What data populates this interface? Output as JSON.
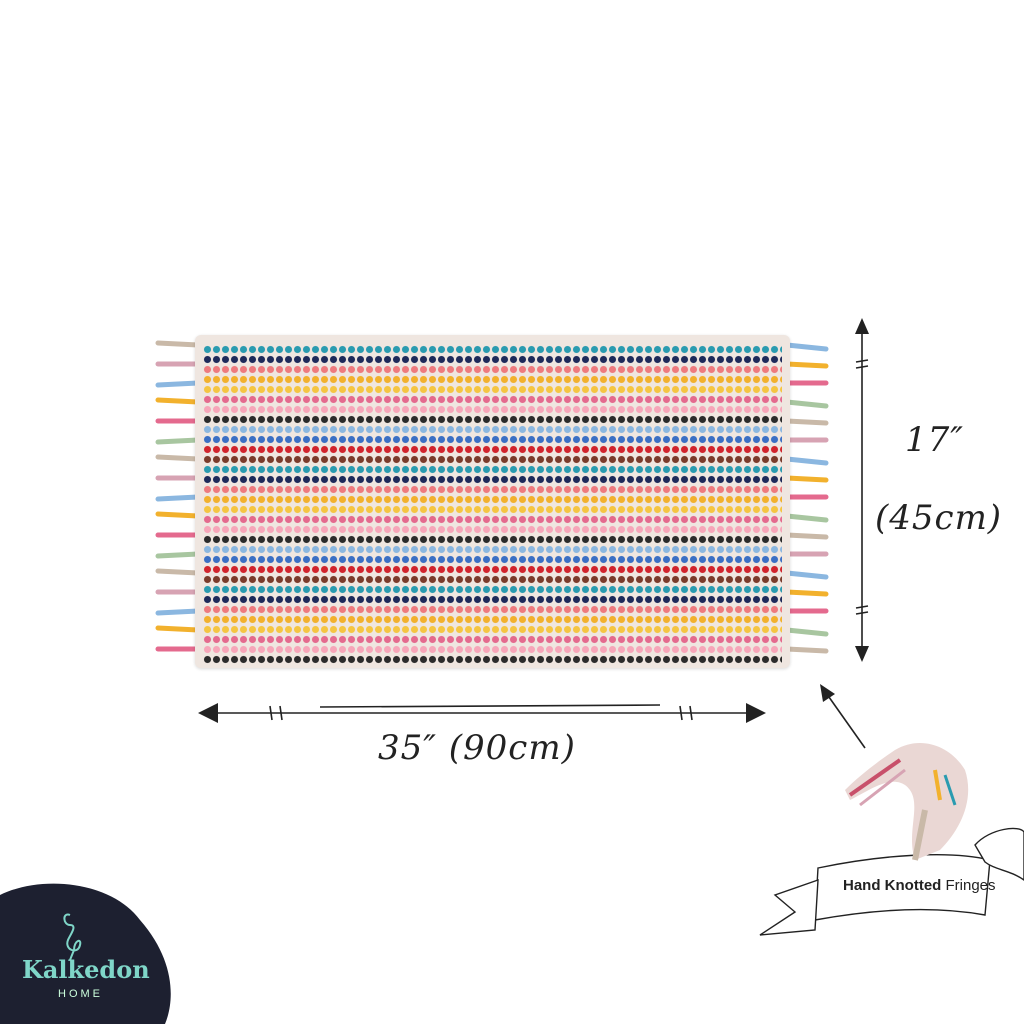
{
  "dimensions": {
    "height_label": "17″",
    "height_metric": "(45cm)",
    "width_label": "35″ (90cm)"
  },
  "callout": {
    "bold": "Hand Knotted",
    "regular": "Fringes"
  },
  "logo": {
    "name": "Kalkedon",
    "sub": "HOME",
    "bg_color": "#1d2030",
    "accent_color": "#7fd6c8"
  },
  "towel_stripe_colors": [
    "#2a9bb0",
    "#e46a8e",
    "#d1242d",
    "#f2b12d",
    "#8bb7e0",
    "#1e2a5a",
    "#f6a6b9",
    "#7a3b2b",
    "#f5c542",
    "#3b6fc4",
    "#ee7b7e",
    "#2b2b2b"
  ]
}
